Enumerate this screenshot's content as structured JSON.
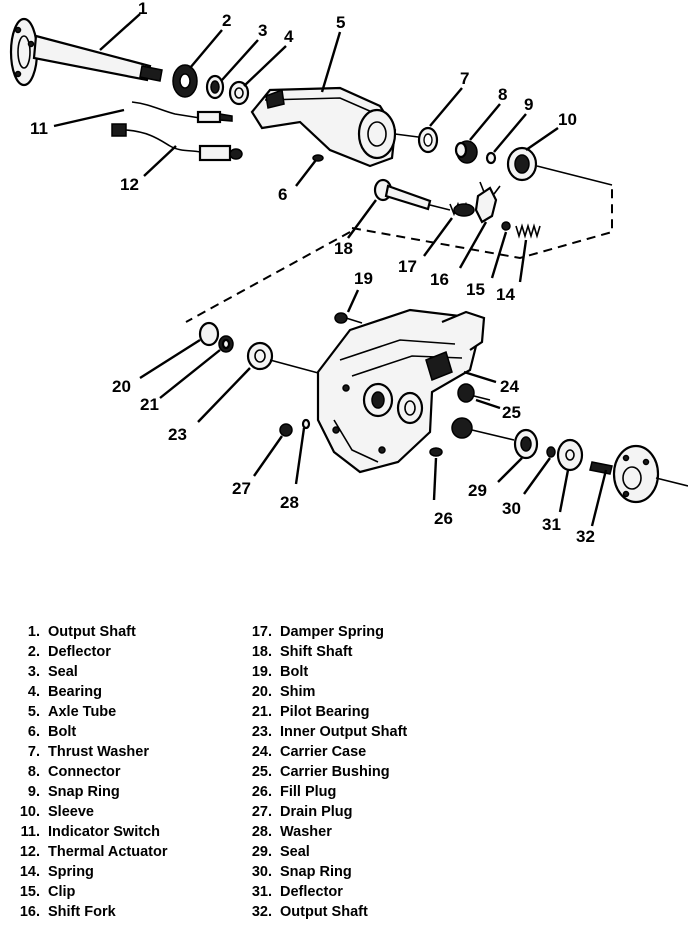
{
  "callouts": [
    {
      "n": "1"
    },
    {
      "n": "2"
    },
    {
      "n": "3"
    },
    {
      "n": "4"
    },
    {
      "n": "5"
    },
    {
      "n": "6"
    },
    {
      "n": "7"
    },
    {
      "n": "8"
    },
    {
      "n": "9"
    },
    {
      "n": "10"
    },
    {
      "n": "11"
    },
    {
      "n": "12"
    },
    {
      "n": "14"
    },
    {
      "n": "15"
    },
    {
      "n": "16"
    },
    {
      "n": "17"
    },
    {
      "n": "18"
    },
    {
      "n": "19"
    },
    {
      "n": "20"
    },
    {
      "n": "21"
    },
    {
      "n": "23"
    },
    {
      "n": "24"
    },
    {
      "n": "25"
    },
    {
      "n": "26"
    },
    {
      "n": "27"
    },
    {
      "n": "28"
    },
    {
      "n": "29"
    },
    {
      "n": "30"
    },
    {
      "n": "31"
    },
    {
      "n": "32"
    }
  ],
  "legend": {
    "left": [
      {
        "num": "1.",
        "label": "Output Shaft"
      },
      {
        "num": "2.",
        "label": "Deflector"
      },
      {
        "num": "3.",
        "label": "Seal"
      },
      {
        "num": "4.",
        "label": "Bearing"
      },
      {
        "num": "5.",
        "label": "Axle Tube"
      },
      {
        "num": "6.",
        "label": "Bolt"
      },
      {
        "num": "7.",
        "label": "Thrust Washer"
      },
      {
        "num": "8.",
        "label": "Connector"
      },
      {
        "num": "9.",
        "label": "Snap Ring"
      },
      {
        "num": "10.",
        "label": "Sleeve"
      },
      {
        "num": "11.",
        "label": "Indicator Switch"
      },
      {
        "num": "12.",
        "label": "Thermal Actuator"
      },
      {
        "num": "14.",
        "label": "Spring"
      },
      {
        "num": "15.",
        "label": "Clip"
      },
      {
        "num": "16.",
        "label": "Shift Fork"
      }
    ],
    "right": [
      {
        "num": "17.",
        "label": "Damper Spring"
      },
      {
        "num": "18.",
        "label": "Shift Shaft"
      },
      {
        "num": "19.",
        "label": "Bolt"
      },
      {
        "num": "20.",
        "label": "Shim"
      },
      {
        "num": "21.",
        "label": "Pilot Bearing"
      },
      {
        "num": "23.",
        "label": "Inner Output Shaft"
      },
      {
        "num": "24.",
        "label": "Carrier Case"
      },
      {
        "num": "25.",
        "label": "Carrier Bushing"
      },
      {
        "num": "26.",
        "label": "Fill Plug"
      },
      {
        "num": "27.",
        "label": "Drain Plug"
      },
      {
        "num": "28.",
        "label": "Washer"
      },
      {
        "num": "29.",
        "label": "Seal"
      },
      {
        "num": "30.",
        "label": "Snap Ring"
      },
      {
        "num": "31.",
        "label": "Deflector"
      },
      {
        "num": "32.",
        "label": "Output Shaft"
      }
    ]
  }
}
